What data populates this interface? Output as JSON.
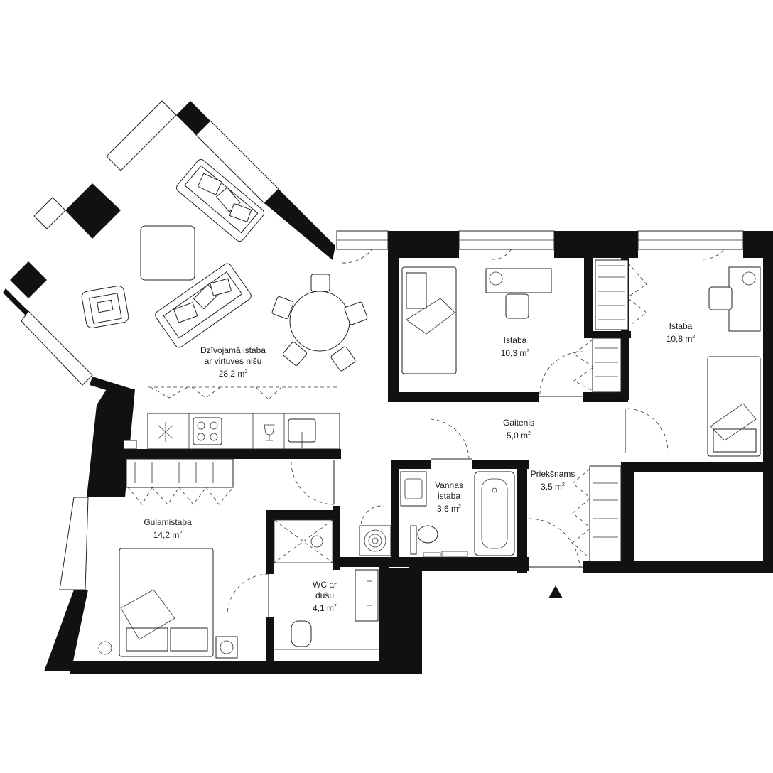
{
  "rooms": {
    "living": {
      "name_line1": "Dzīvojamā istaba",
      "name_line2": "ar virtuves nišu",
      "area": "28,2 m"
    },
    "room1": {
      "name": "Istaba",
      "area": "10,3 m"
    },
    "room2": {
      "name": "Istaba",
      "area": "10,8 m"
    },
    "corridor": {
      "name": "Gaitenis",
      "area": "5,0 m"
    },
    "hall": {
      "name": "Priekšnams",
      "area": "3,5 m"
    },
    "bath": {
      "name_line1": "Vannas",
      "name_line2": "istaba",
      "area": "3,6 m"
    },
    "wc": {
      "name_line1": "WC ar",
      "name_line2": "dušu",
      "area": "4,1 m"
    },
    "bedroom": {
      "name": "Guļamistaba",
      "area": "14,2 m"
    }
  },
  "area_unit_superscript": "2",
  "entrance_marker": "triangle-icon",
  "colors": {
    "wall": "#111111",
    "line": "#222222",
    "background": "#ffffff"
  }
}
